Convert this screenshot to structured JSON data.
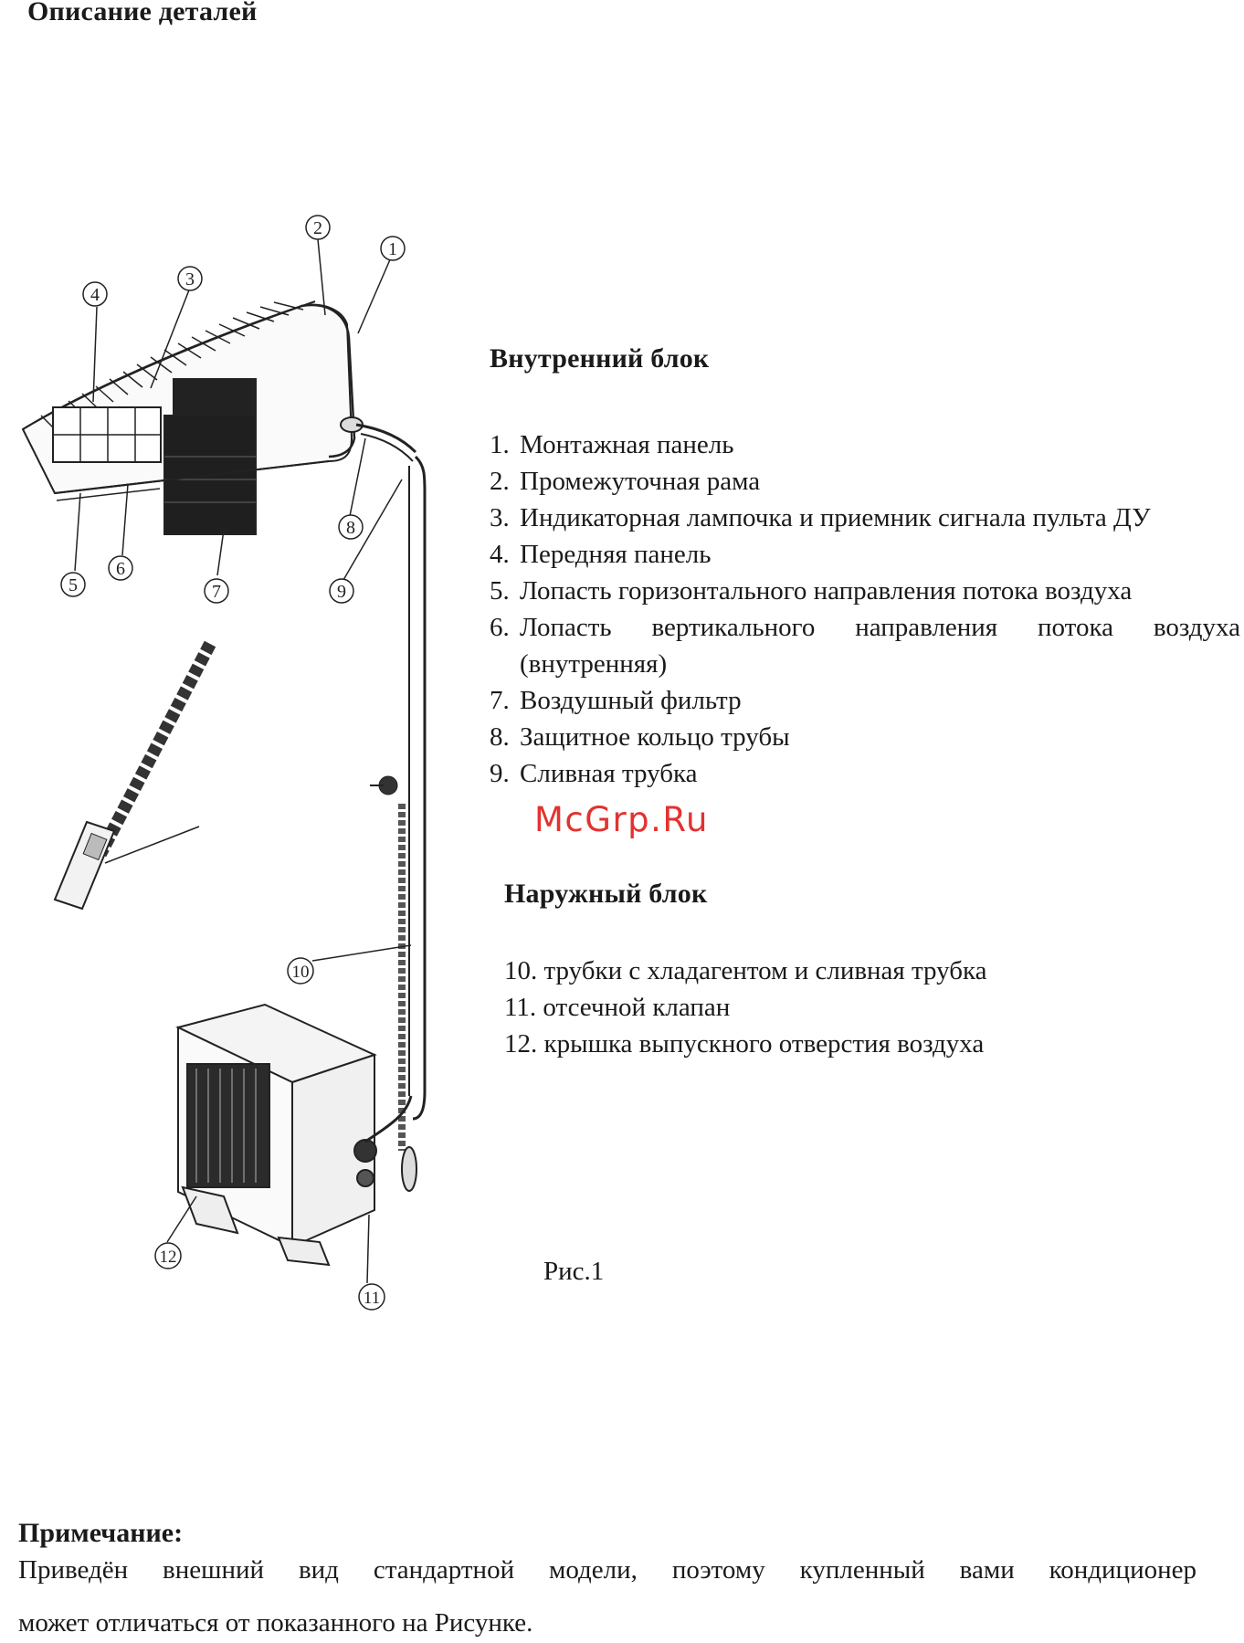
{
  "page": {
    "title": "Описание деталей"
  },
  "diagram": {
    "callouts": [
      "1",
      "2",
      "3",
      "4",
      "5",
      "6",
      "7",
      "8",
      "9",
      "10",
      "11",
      "12"
    ]
  },
  "indoor": {
    "heading": "Внутренний блок",
    "items": [
      {
        "num": "1.",
        "text": "Монтажная панель"
      },
      {
        "num": "2.",
        "text": "Промежуточная рама"
      },
      {
        "num": "3.",
        "text": "Индикаторная лампочка и приемник сигнала  пульта ДУ"
      },
      {
        "num": "4.",
        "text": "Передняя панель"
      },
      {
        "num": "5.",
        "text": "Лопасть горизонтального направления потока воздуха"
      },
      {
        "num": "6.",
        "text": "Лопасть вертикального направления потока воздуха",
        "cont": "(внутренняя)"
      },
      {
        "num": "7.",
        "text": "Воздушный фильтр"
      },
      {
        "num": "8.",
        "text": "Защитное кольцо трубы"
      },
      {
        "num": "9.",
        "text": "Сливная трубка"
      }
    ]
  },
  "watermark": "McGrp.Ru",
  "outdoor": {
    "heading": "Наружный блок",
    "items": [
      "10. трубки с хладагентом и сливная трубка",
      "11. отсечной клапан",
      "12. крышка выпускного отверстия воздуха"
    ]
  },
  "figure_caption": "Рис.1",
  "note": {
    "title": "Примечание:",
    "line1": "Приведён внешний вид  стандартной  модели,  поэтому купленный  вами кондиционер",
    "line2": "может отличаться от показанного на Рисунке."
  }
}
